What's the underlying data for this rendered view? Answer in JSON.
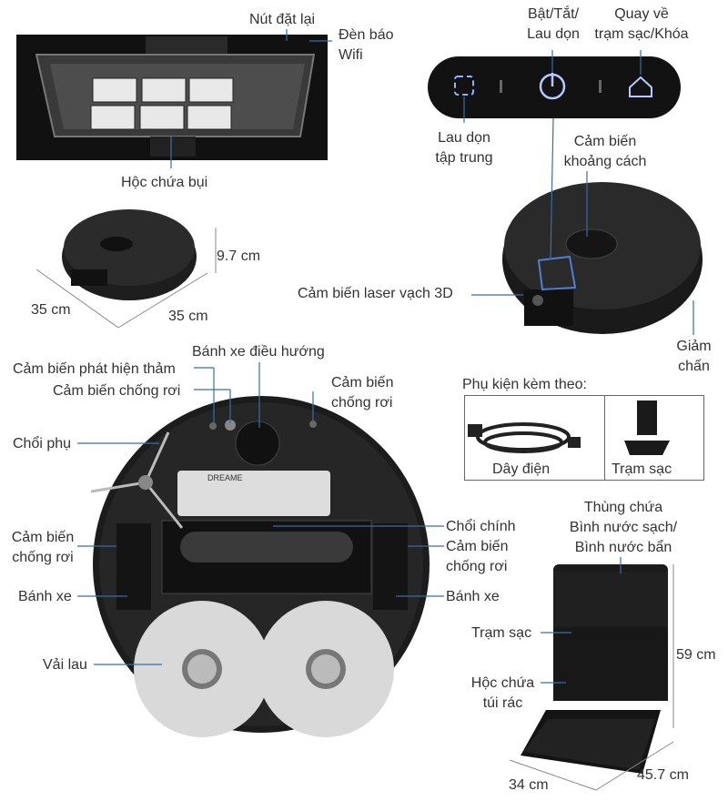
{
  "labels": {
    "reset_button": "Nút đặt lại",
    "wifi_light": "Đèn báo\nWifi",
    "dust_bin": "Hộc chứa bụi",
    "power_mop": "Bật/Tắt/\nLau dọn",
    "return_dock_lock": "Quay về\ntrạm sạc/Khóa",
    "spot_clean": "Lau dọn\ntập trung",
    "distance_sensor": "Cảm biến\nkhoảng cách",
    "laser_3d_sensor": "Cảm biến laser vạch 3D",
    "bumper": "Giảm\nchấn",
    "height_dim": "9.7 cm",
    "width_dim": "35 cm",
    "depth_dim": "35 cm",
    "carpet_sensor": "Cảm biến phát hiện thảm",
    "cliff_sensor_left_top": "Cảm biến chống rơi",
    "steering_wheel": "Bánh xe điều hướng",
    "cliff_sensor_right_top": "Cảm biến\nchống rơi",
    "side_brush": "Chổi phụ",
    "cliff_sensor_left": "Cảm biến\nchống rơi",
    "wheel_left": "Bánh xe",
    "mop_pad": "Vải lau",
    "main_brush": "Chổi chính",
    "cliff_sensor_right": "Cảm biến\nchống rơi",
    "wheel_right": "Bánh xe",
    "accessories_title": "Phụ kiện kèm theo:",
    "power_cord": "Dây điện",
    "charging_dock": "Trạm sạc",
    "water_tanks": "Thùng chứa\nBình nước sạch/\nBình nước bẩn",
    "dock_label": "Trạm sạc",
    "trash_bag_compartment": "Hộc chứa\ntúi rác",
    "dock_height": "59 cm",
    "dock_width": "34 cm",
    "dock_depth": "45.7 cm",
    "robot_brand": "DREAME"
  },
  "colors": {
    "robot_body": "#1c1c1c",
    "leader_line": "#3a6ea5",
    "sensor_highlight": "#4f7fd1",
    "mop": "#d9d9d9"
  }
}
